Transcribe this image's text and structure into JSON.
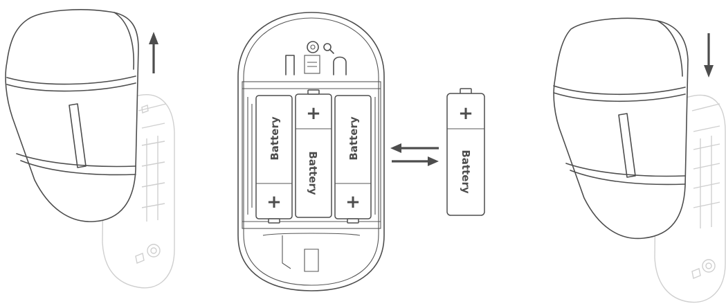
{
  "diagram": {
    "battery_label": "Battery",
    "plus_sign": "+",
    "colors": {
      "stroke": "#4d4d4d",
      "faint_stroke": "#cfcfcf",
      "background": "#ffffff"
    },
    "panels": [
      {
        "id": "remove-cover",
        "arrow_icon": "arrow-up-icon"
      },
      {
        "id": "battery-compartment",
        "arrow_icon": "swap-arrows-icon"
      },
      {
        "id": "attach-cover",
        "arrow_icon": "arrow-down-icon"
      }
    ]
  }
}
